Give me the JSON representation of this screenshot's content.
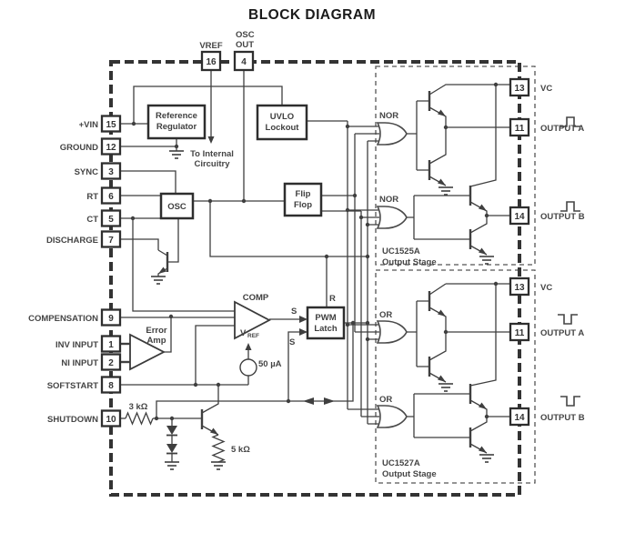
{
  "title": "BLOCK DIAGRAM",
  "top_pins": {
    "vref": {
      "num": "16",
      "label": "VREF"
    },
    "osc_out": {
      "num": "4",
      "label_line1": "OSC",
      "label_line2": "OUT"
    }
  },
  "left_pins": {
    "vin": {
      "num": "15",
      "label": "+VIN"
    },
    "ground": {
      "num": "12",
      "label": "GROUND"
    },
    "sync": {
      "num": "3",
      "label": "SYNC"
    },
    "rt": {
      "num": "6",
      "label": "RT"
    },
    "ct": {
      "num": "5",
      "label": "CT"
    },
    "discharge": {
      "num": "7",
      "label": "DISCHARGE"
    },
    "compensation": {
      "num": "9",
      "label": "COMPENSATION"
    },
    "inv_input": {
      "num": "1",
      "label": "INV INPUT"
    },
    "ni_input": {
      "num": "2",
      "label": "NI INPUT"
    },
    "softstart": {
      "num": "8",
      "label": "SOFTSTART"
    },
    "shutdown": {
      "num": "10",
      "label": "SHUTDOWN"
    }
  },
  "right_pins": {
    "vc_1525": {
      "num": "13",
      "label": "VC"
    },
    "out_a_1525": {
      "num": "11",
      "label": "OUTPUT  A"
    },
    "out_b_1525": {
      "num": "14",
      "label": "OUTPUT  B"
    },
    "vc_1527": {
      "num": "13",
      "label": "VC"
    },
    "out_a_1527": {
      "num": "11",
      "label": "OUTPUT  A"
    },
    "out_b_1527": {
      "num": "14",
      "label": "OUTPUT  B"
    }
  },
  "blocks": {
    "reference_regulator": {
      "line1": "Reference",
      "line2": "Regulator"
    },
    "uvlo": {
      "line1": "UVLO",
      "line2": "Lockout"
    },
    "osc": "OSC",
    "flip_flop": {
      "line1": "Flip",
      "line2": "Flop"
    },
    "pwm_latch": {
      "line1": "PWM",
      "line2": "Latch"
    },
    "error_amp": {
      "line1": "Error",
      "line2": "Amp"
    },
    "comparator": "COMP"
  },
  "gates": {
    "nor_a": "NOR",
    "nor_b": "NOR",
    "or_a": "OR",
    "or_b": "OR"
  },
  "stages": {
    "uc1525a": {
      "line1": "UC1525A",
      "line2": "Output Stage"
    },
    "uc1527a": {
      "line1": "UC1527A",
      "line2": "Output Stage"
    }
  },
  "annotations": {
    "to_internal_line1": "To Internal",
    "to_internal_line2": "Circuitry",
    "vref_v": "V",
    "vref_sub": "REF",
    "current_source": "50 µA",
    "r_shutdown": "3 kΩ",
    "r_emitter": "5 kΩ",
    "latch_s_top": "S",
    "latch_s_bottom": "S",
    "latch_r": "R"
  }
}
